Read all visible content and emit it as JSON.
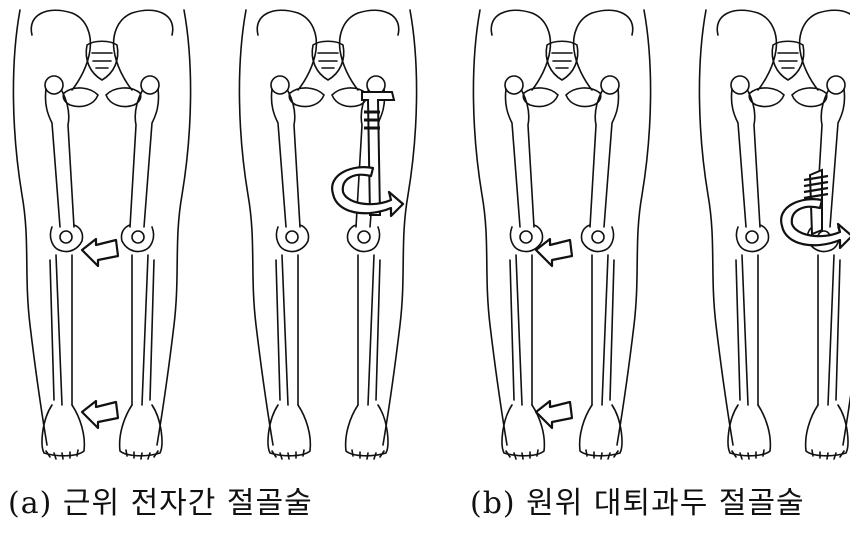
{
  "captions": {
    "a": {
      "label": "(a)",
      "text": "근위 전자간 절골술"
    },
    "b": {
      "label": "(b)",
      "text": "원위 대퇴과두 절골술"
    }
  },
  "figures": [
    {
      "panel": "a",
      "state": "before",
      "arrows": [
        "left-at-knee",
        "left-at-foot"
      ]
    },
    {
      "panel": "a",
      "state": "after",
      "implant": "femoral-blade-plate",
      "arrows": [
        "rotation-at-thigh"
      ]
    },
    {
      "panel": "b",
      "state": "before",
      "arrows": [
        "left-at-knee",
        "left-at-foot"
      ]
    },
    {
      "panel": "b",
      "state": "after",
      "implant": "distal-femoral-plate",
      "arrows": [
        "rotation-at-distal-thigh"
      ]
    }
  ],
  "colors": {
    "line": "#111111",
    "background": "#ffffff"
  }
}
